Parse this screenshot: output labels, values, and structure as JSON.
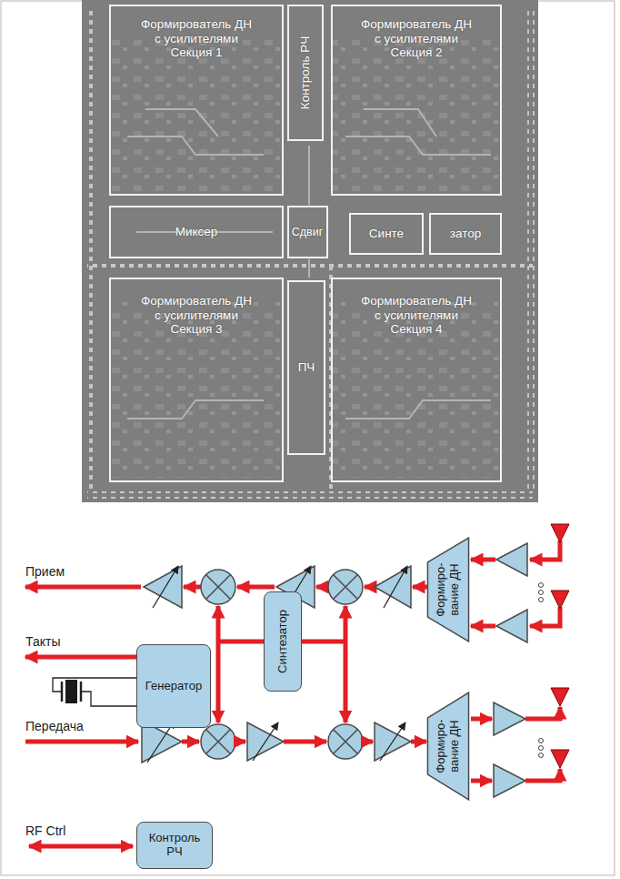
{
  "diagram": {
    "nodes": [
      {
        "text": [
          "Формирователь ДН с усилителями Секция 1"
        ]
      },
      {
        "text": [
          "Контроль РЧ"
        ]
      },
      {
        "text": [
          "Формирователь ДН с усилителями Секция 2"
        ]
      },
      {
        "text": [
          "Миксер"
        ]
      },
      {
        "text": [
          "Сдвиг"
        ]
      },
      {
        "text": [
          "Синте"
        ]
      },
      {
        "text": [
          "затор"
        ]
      },
      {
        "text": [
          "Формирователь ДН с усилителями Секция 3"
        ]
      },
      {
        "text": [
          "ПЧ"
        ]
      },
      {
        "text": [
          "Формирователь ДН с усилителями Секция 4"
        ]
      },
      {
        "text": [
          "Формиро- вание ДН"
        ]
      },
      {
        "text": [
          "Генератор"
        ]
      },
      {
        "text": [
          "Синтезатор"
        ]
      },
      {
        "text": [
          "Формиро- вание ДН"
        ]
      },
      {
        "text": [
          "Контроль РЧ"
        ]
      }
    ],
    "labels": [
      "Прием",
      "Такты",
      "Передача",
      "RF Ctrl"
    ]
  }
}
